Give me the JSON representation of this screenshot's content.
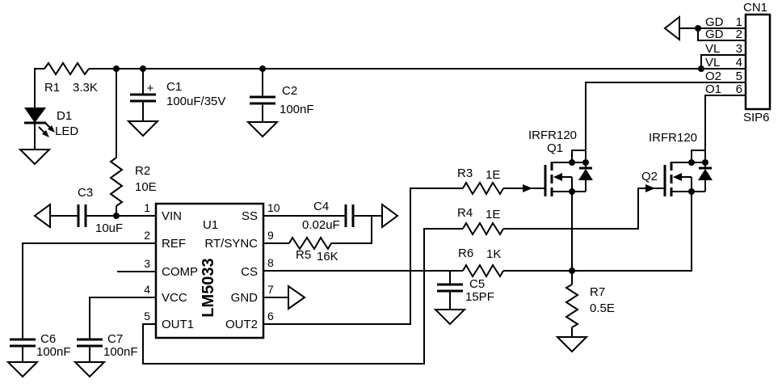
{
  "components": {
    "r1": {
      "ref": "R1",
      "value": "3.3K"
    },
    "r2": {
      "ref": "R2",
      "value": "10E"
    },
    "r3": {
      "ref": "R3",
      "value": "1E"
    },
    "r4": {
      "ref": "R4",
      "value": "1E"
    },
    "r5": {
      "ref": "R5",
      "value": "16K"
    },
    "r6": {
      "ref": "R6",
      "value": "1K"
    },
    "r7": {
      "ref": "R7",
      "value": "0.5E"
    },
    "c1": {
      "ref": "C1",
      "value": "100uF/35V",
      "polarity": "+"
    },
    "c2": {
      "ref": "C2",
      "value": "100nF"
    },
    "c3": {
      "ref": "C3",
      "value": "10uF"
    },
    "c4": {
      "ref": "C4",
      "value": "0.02uF"
    },
    "c5": {
      "ref": "C5",
      "value": "15PF"
    },
    "c6": {
      "ref": "C6",
      "value": "100nF"
    },
    "c7": {
      "ref": "C7",
      "value": "100nF"
    },
    "d1": {
      "ref": "D1",
      "value": "LED"
    },
    "q1": {
      "ref": "Q1",
      "part": "IRFR120"
    },
    "q2": {
      "ref": "Q2",
      "part": "IRFR120"
    },
    "u1": {
      "ref": "U1",
      "part": "LM5033"
    }
  },
  "ic_u1": {
    "left_pins": [
      {
        "num": "1",
        "name": "VIN"
      },
      {
        "num": "2",
        "name": "REF"
      },
      {
        "num": "3",
        "name": "COMP"
      },
      {
        "num": "4",
        "name": "VCC"
      },
      {
        "num": "5",
        "name": "OUT1"
      }
    ],
    "right_pins": [
      {
        "num": "10",
        "name": "SS"
      },
      {
        "num": "9",
        "name": "RT/SYNC"
      },
      {
        "num": "8",
        "name": "CS"
      },
      {
        "num": "7",
        "name": "GND"
      },
      {
        "num": "6",
        "name": "OUT2"
      }
    ]
  },
  "connector_cn1": {
    "ref": "CN1",
    "package": "SIP6",
    "pins": [
      {
        "name": "GD",
        "num": "1"
      },
      {
        "name": "GD",
        "num": "2"
      },
      {
        "name": "VL",
        "num": "3"
      },
      {
        "name": "VL",
        "num": "4"
      },
      {
        "name": "O2",
        "num": "5"
      },
      {
        "name": "O1",
        "num": "6"
      }
    ]
  },
  "colors": {
    "wire": "#000000",
    "text": "#000000",
    "background": "#ffffff"
  }
}
